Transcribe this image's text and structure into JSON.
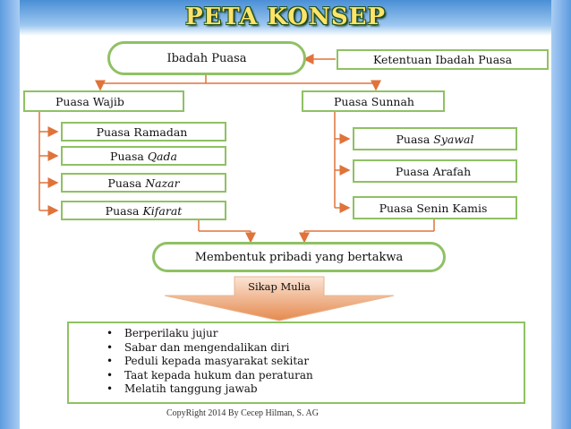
{
  "title": "PETA KONSEP",
  "top": {
    "main": "Ibadah Puasa",
    "rule": "Ketentuan Ibadah Puasa"
  },
  "wajib": {
    "heading": "Puasa Wajib",
    "items": [
      {
        "prefix": "Puasa Ramadan",
        "italic": ""
      },
      {
        "prefix": "Puasa",
        "italic": "Qada"
      },
      {
        "prefix": "Puasa",
        "italic": "Nazar"
      },
      {
        "prefix": "Puasa",
        "italic": "Kifarat"
      }
    ]
  },
  "sunnah": {
    "heading": "Puasa Sunnah",
    "items": [
      {
        "prefix": "Puasa",
        "italic": "Syawal"
      },
      {
        "prefix": "Puasa Arafah",
        "italic": ""
      },
      {
        "prefix": "Puasa Senin Kamis",
        "italic": ""
      }
    ]
  },
  "result": "Membentuk pribadi yang bertakwa",
  "arrow_label": "Sikap Mulia",
  "bullet_symbol": "•",
  "attitudes": [
    "Berperilaku jujur",
    "Sabar dan mengendalikan diri",
    "Peduli kepada masyarakat sekitar",
    "Taat kepada hukum dan peraturan",
    "Melatih tanggung jawab"
  ],
  "copyright": "CopyRight 2014 By Cecep Hilman, S. AG",
  "colors": {
    "border": "#8fc164",
    "arrow": "#e0733a",
    "title": "#ffe36a",
    "frame": "#5e9be0"
  }
}
